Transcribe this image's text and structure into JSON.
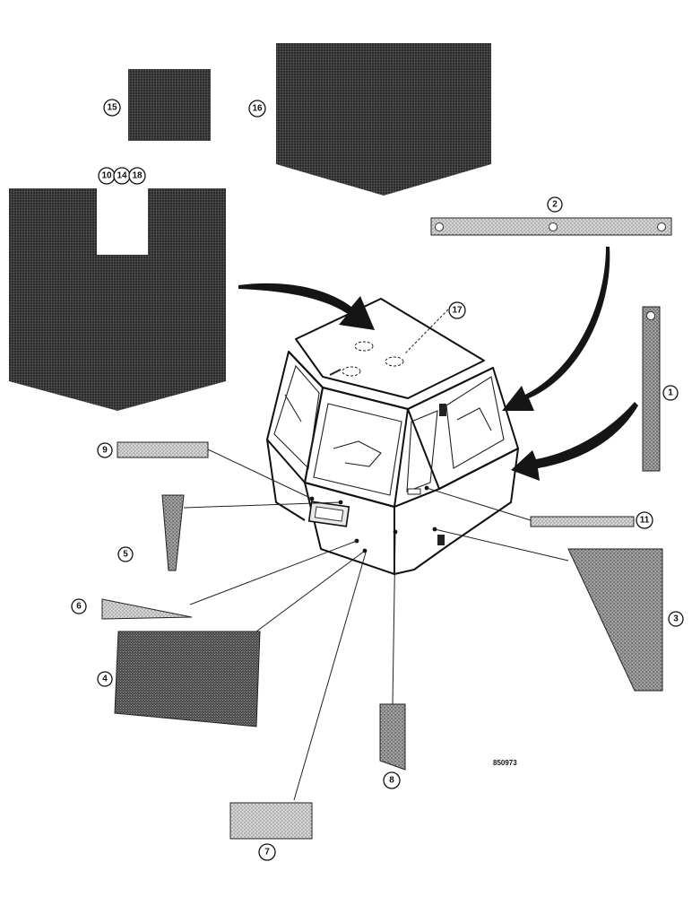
{
  "figure": {
    "reference_code": "850973",
    "callouts": [
      {
        "id": "c15",
        "label": "15"
      },
      {
        "id": "c16",
        "label": "16"
      },
      {
        "id": "c10",
        "label": "10"
      },
      {
        "id": "c14",
        "label": "14"
      },
      {
        "id": "c18",
        "label": "18"
      },
      {
        "id": "c2",
        "label": "2"
      },
      {
        "id": "c17",
        "label": "17"
      },
      {
        "id": "c1",
        "label": "1"
      },
      {
        "id": "c9",
        "label": "9"
      },
      {
        "id": "c11",
        "label": "11"
      },
      {
        "id": "c5",
        "label": "5"
      },
      {
        "id": "c3",
        "label": "3"
      },
      {
        "id": "c6",
        "label": "6"
      },
      {
        "id": "c4",
        "label": "4"
      },
      {
        "id": "c8",
        "label": "8"
      },
      {
        "id": "c7",
        "label": "7"
      }
    ],
    "colors": {
      "dark_panel": "#2b2b2b",
      "grid_line": "#5a5a5a",
      "stipple_light": "#c4c4c4",
      "stipple_mid": "#8f8f8f",
      "stipple_dark": "#555555",
      "ink": "#111111"
    }
  }
}
